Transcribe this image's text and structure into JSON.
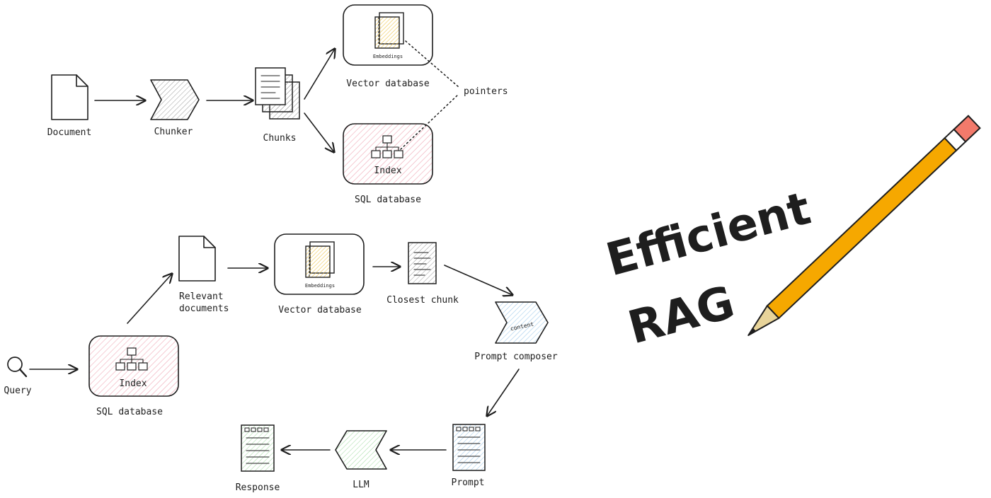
{
  "ingest": {
    "document_label": "Document",
    "chunker_label": "Chunker",
    "chunks_label": "Chunks",
    "vector_db_label": "Vector database",
    "embeddings_label": "Embeddings",
    "sql_db_label": "SQL database",
    "index_label": "Index",
    "pointers_label": "pointers"
  },
  "query": {
    "query_label": "Query",
    "sql_db_label": "SQL database",
    "index_label": "Index",
    "relevant_line1": "Relevant",
    "relevant_line2": "documents",
    "vector_db_label": "Vector database",
    "embeddings_label": "Embeddings",
    "closest_chunk_label": "Closest chunk",
    "content_label": "content",
    "prompt_composer_label": "Prompt composer",
    "prompt_label": "Prompt",
    "llm_label": "LLM",
    "response_label": "Response"
  },
  "title": {
    "line1": "Efficient",
    "line2": "RAG"
  },
  "colors": {
    "ink": "#1e1e1e",
    "index_fill": "#f7c6cf",
    "embeddings_fill": "#f5d76e",
    "prompt_fill": "#b9d7f0",
    "response_fill": "#b9e6b9",
    "pencil_body": "#f6a800",
    "pencil_eraser": "#f27a6b",
    "pencil_wood": "#e8d49a"
  }
}
